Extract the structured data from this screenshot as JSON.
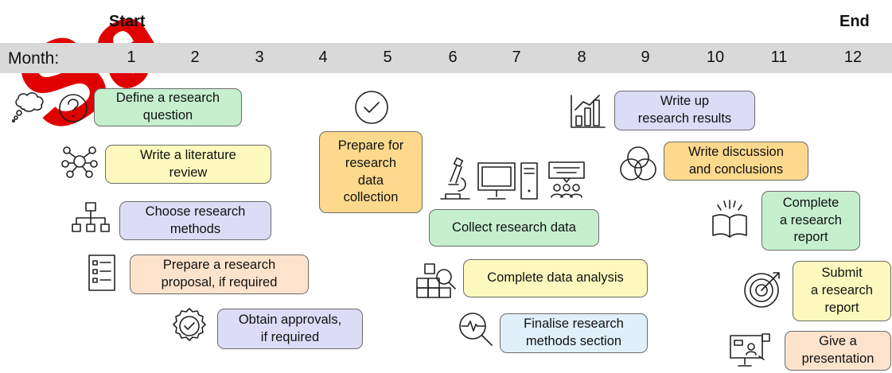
{
  "header": {
    "start_label": "Start",
    "end_label": "End",
    "month_label": "Month:"
  },
  "months": [
    "1",
    "2",
    "3",
    "4",
    "5",
    "6",
    "7",
    "8",
    "9",
    "10",
    "11",
    "12"
  ],
  "tasks": [
    {
      "id": "define-question",
      "text": "Define a research\nquestion",
      "color": "#c6efce"
    },
    {
      "id": "literature-review",
      "text": "Write a literature\nreview",
      "color": "#fdf9be"
    },
    {
      "id": "choose-methods",
      "text": "Choose research\nmethods",
      "color": "#dcdcf6"
    },
    {
      "id": "prepare-proposal",
      "text": "Prepare a research\nproposal,  if required",
      "color": "#fde3cc"
    },
    {
      "id": "obtain-approvals",
      "text": "Obtain approvals,\nif required",
      "color": "#dcdcf6"
    },
    {
      "id": "prepare-collection",
      "text": "Prepare for\nresearch\ndata\ncollection",
      "color": "#fdd98d"
    },
    {
      "id": "collect-data",
      "text": "Collect research data",
      "color": "#c6efce"
    },
    {
      "id": "data-analysis",
      "text": "Complete  data analysis",
      "color": "#fdf9be"
    },
    {
      "id": "finalise-methods",
      "text": "Finalise research\nmethods section",
      "color": "#dff0fa"
    },
    {
      "id": "write-results",
      "text": "Write up\nresearch results",
      "color": "#dcdcf6"
    },
    {
      "id": "write-discussion",
      "text": "Write discussion\nand conclusions",
      "color": "#fdd98d"
    },
    {
      "id": "complete-report",
      "text": "Complete\na research\nreport",
      "color": "#c6efce"
    },
    {
      "id": "submit-report",
      "text": "Submit\na research\nreport",
      "color": "#fdf9be"
    },
    {
      "id": "give-presentation",
      "text": "Give a\npresentation",
      "color": "#fde3cc"
    }
  ],
  "icons": [
    "thought-cloud-icon",
    "question-mark-icon",
    "network-icon",
    "hierarchy-icon",
    "checklist-icon",
    "approval-seal-icon",
    "checkmark-circle-icon",
    "microscope-icon",
    "computer-icon",
    "audience-presentation-icon",
    "boxes-magnifier-icon",
    "pulse-magnifier-icon",
    "bar-chart-icon",
    "venn-diagram-icon",
    "open-book-icon",
    "target-icon",
    "presentation-screen-icon"
  ],
  "watermark_text": "Sa",
  "colors": {
    "timeline_bar": "#d9d9d9",
    "watermark": "#e10000"
  }
}
